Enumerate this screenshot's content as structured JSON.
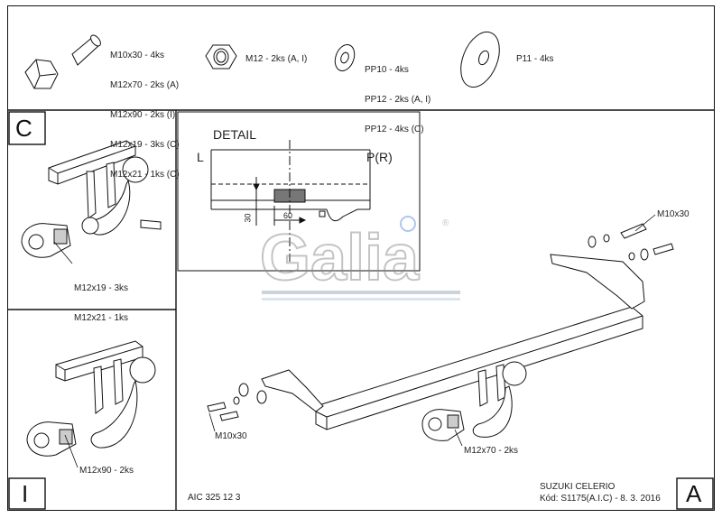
{
  "parts": {
    "bolt_lines": [
      "M10x30 - 4ks",
      "M12x70 - 2ks (A)",
      "M12x90 - 2ks (I)",
      "M12x19 - 3ks (C)",
      "M12x21 - 1ks (C)"
    ],
    "nut_label": "M12 - 2ks (A, I)",
    "washer_lines": [
      "PP10 - 4ks",
      "PP12 - 2ks (A, I)",
      "PP12 - 4ks (C)"
    ],
    "big_washer_label": "P11 - 4ks"
  },
  "variant_c": {
    "letter": "C",
    "bolt_lines": [
      "M12x19 - 3ks",
      "M12x21 - 1ks"
    ]
  },
  "variant_i": {
    "letter": "I",
    "bolt_label": "M12x90 - 2ks"
  },
  "detail": {
    "title": "DETAIL",
    "left_label": "L",
    "right_label": "P(R)",
    "dim_vertical": "30",
    "dim_horizontal": "60"
  },
  "main": {
    "bolt_top": "M10x30",
    "bolt_left": "M10x30",
    "bolt_ball": "M12x70 - 2ks",
    "letter": "A"
  },
  "watermark": {
    "text": "Galia",
    "reg": "®"
  },
  "footer": {
    "code": "AIC 325 12 3",
    "model": "SUZUKI CELERIO",
    "kod": "Kód: S1175(A.I.C) - 8. 3. 2016"
  }
}
